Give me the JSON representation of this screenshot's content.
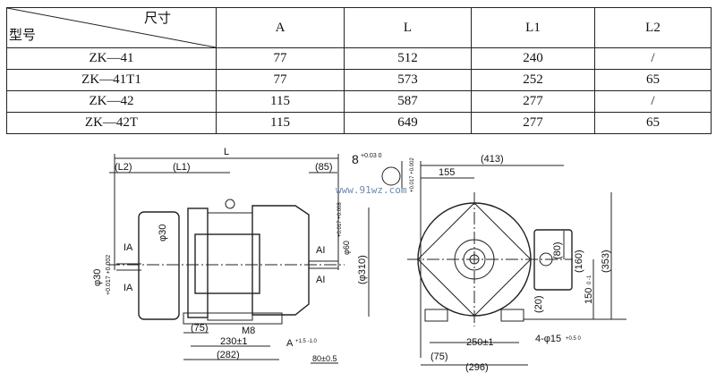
{
  "table": {
    "corner_dim": "尺寸",
    "corner_model": "型号",
    "columns": [
      "A",
      "L",
      "L1",
      "L2"
    ],
    "rows": [
      {
        "model": "ZK—41",
        "values": [
          "77",
          "512",
          "240",
          "/"
        ]
      },
      {
        "model": "ZK—41T1",
        "values": [
          "77",
          "573",
          "252",
          "65"
        ]
      },
      {
        "model": "ZK—42",
        "values": [
          "115",
          "587",
          "277",
          "/"
        ]
      },
      {
        "model": "ZK—42T",
        "values": [
          "115",
          "649",
          "277",
          "65"
        ]
      }
    ]
  },
  "side_view": {
    "L": "L",
    "L2": "(L2)",
    "L1": "(L1)",
    "d85": "(85)",
    "IA1": "IA",
    "IA2": "IA",
    "AI1": "AI",
    "AI2": "AI",
    "phi30_inner": "φ30",
    "phi30_shaft": "φ30",
    "phi30_tol": "+0.017 +0.002",
    "phi60": "φ60",
    "phi60_tol": "+0.017 +0.008",
    "phi310": "(φ310)",
    "M8": "M8",
    "d75": "(75)",
    "d230": "230±1",
    "d282": "(282)",
    "A_dim": "A",
    "A_tol": "+1.5 -1.0",
    "d80": "80±0.5"
  },
  "key_detail": {
    "width": "8",
    "tol": "+0.03 0",
    "depth_tol": "+0.017 +0.002"
  },
  "front_view": {
    "d413": "(413)",
    "d155": "155",
    "d80": "(80)",
    "d160": "(160)",
    "d353": "(353)",
    "d150": "150",
    "d150_tol": "0 -1",
    "d20": "(20)",
    "holes": "4-φ15",
    "holes_tol": "+0.5 0",
    "d250": "250±1",
    "d75": "(75)",
    "d296": "(296)"
  },
  "watermark": "www.91wz.com"
}
